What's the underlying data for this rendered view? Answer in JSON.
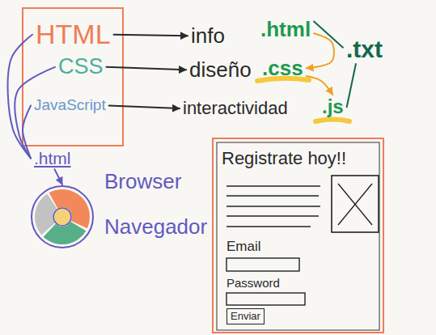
{
  "diagram": {
    "nodes": [
      {
        "text": [
          "HTML"
        ]
      },
      {
        "text": [
          "info"
        ]
      },
      {
        "text": [
          ".html"
        ]
      },
      {
        "text": [
          "CSS"
        ]
      },
      {
        "text": [
          "diseño"
        ]
      },
      {
        "text": [
          ".css"
        ]
      },
      {
        "text": [
          ".txt"
        ]
      },
      {
        "text": [
          "JavaScript"
        ]
      },
      {
        "text": [
          "interactividad"
        ]
      },
      {
        "text": [
          ".js"
        ]
      },
      {
        "text": [
          ".html"
        ]
      },
      {
        "text": [
          "Browser",
          "Navegador"
        ]
      },
      {
        "text": [
          "Registrate hoy!!",
          "Email",
          "Password"
        ]
      },
      {
        "text": [
          "Enviar"
        ],
        "in": 12
      }
    ],
    "edges": [
      {
        "from": 0,
        "to": 1,
        "arrow": "to"
      },
      {
        "from": 3,
        "to": 4,
        "arrow": "to"
      },
      {
        "from": 7,
        "to": 8,
        "arrow": "to"
      },
      {
        "from": 2,
        "to": 5,
        "arrow": "to"
      },
      {
        "from": 5,
        "to": 9,
        "arrow": "to"
      },
      {
        "from": 2,
        "to": 6,
        "arrow": "none"
      },
      {
        "from": 9,
        "to": 6,
        "arrow": "none"
      },
      {
        "from": 0,
        "to": 10,
        "arrow": "none"
      },
      {
        "from": 3,
        "to": 10,
        "arrow": "none"
      },
      {
        "from": 7,
        "to": 10,
        "arrow": "none"
      },
      {
        "from": 10,
        "to": 11,
        "arrow": "to"
      }
    ]
  }
}
